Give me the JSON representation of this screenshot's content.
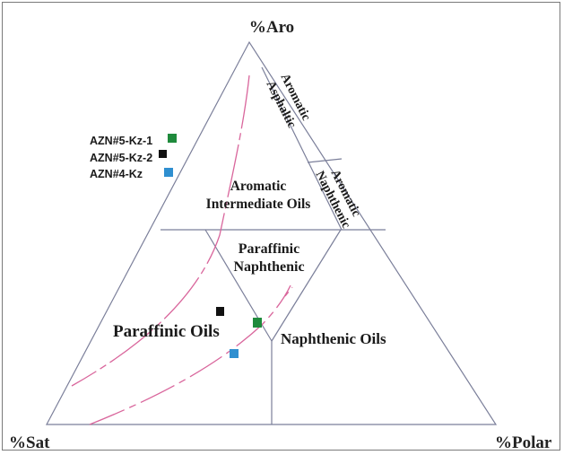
{
  "diagram": {
    "vertices": {
      "top": "%Aro",
      "left": "%Sat",
      "right": "%Polar"
    },
    "regions": {
      "aromatic_asphaltic": [
        "Aromatic",
        "Asphaltic"
      ],
      "aromatic_naphthenic": [
        "Aromatic",
        "Naphthenic"
      ],
      "aromatic_intermediate": [
        "Aromatic",
        "Intermediate Oils"
      ],
      "paraffinic_naphthenic": [
        "Paraffinic",
        "Naphthenic"
      ],
      "paraffinic_oils": "Paraffinic Oils",
      "naphthenic_oils": "Naphthenic Oils"
    }
  },
  "legend": [
    {
      "label": "AZN#5-Kz-1",
      "color": "#1f8a3c"
    },
    {
      "label": "AZN#5-Kz-2",
      "color": "#111111"
    },
    {
      "label": "AZN#4-Kz",
      "color": "#2f8fd0"
    }
  ],
  "samples": [
    {
      "label": "AZN#5-Kz-1",
      "color": "#1f8a3c"
    },
    {
      "label": "AZN#5-Kz-2",
      "color": "#111111"
    },
    {
      "label": "AZN#4-Kz",
      "color": "#2f8fd0"
    }
  ]
}
